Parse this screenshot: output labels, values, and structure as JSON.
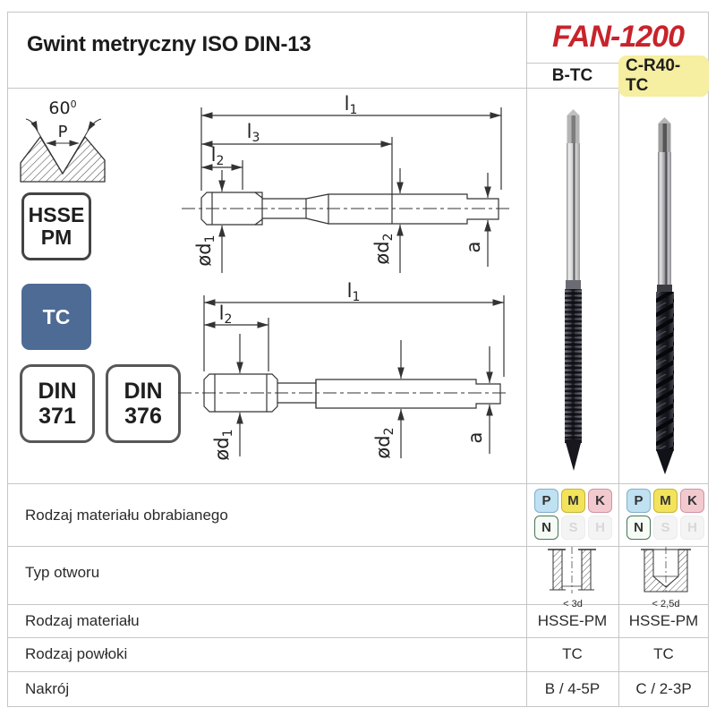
{
  "header": {
    "title": "Gwint metryczny ISO DIN-13",
    "brand": "FAN-1200",
    "columns": [
      {
        "label": "B-TC",
        "highlighted": false
      },
      {
        "label": "C-R40-TC",
        "highlighted": true
      }
    ]
  },
  "colors": {
    "brand_red": "#c8232b",
    "highlight_yellow": "#f6eea0",
    "tc_badge_blue": "#4d6b94",
    "badge_p_bg": "#bfe1f1",
    "badge_m_bg": "#f2e35a",
    "badge_k_bg": "#f3c9d0",
    "badge_n_bg": "#f7fbf6"
  },
  "left_panel": {
    "profile_diagram": {
      "angle": "60",
      "angle_exp": "0",
      "pitch_label": "P"
    },
    "hsse_badge": {
      "line1": "HSSE",
      "line2": "PM"
    },
    "tc_badge": {
      "label": "TC"
    },
    "din_badges": [
      {
        "line1": "DIN",
        "line2": "371"
      },
      {
        "line1": "DIN",
        "line2": "376"
      }
    ]
  },
  "dim_labels": {
    "l1": {
      "base": "l",
      "sub": "1"
    },
    "l2": {
      "base": "l",
      "sub": "2"
    },
    "l3": {
      "base": "l",
      "sub": "3"
    },
    "d1": {
      "base": "ød",
      "sub": "1"
    },
    "d2": {
      "base": "ød",
      "sub": "2"
    },
    "a": {
      "base": "a",
      "sub": ""
    }
  },
  "table": {
    "rows": [
      {
        "label": "Rodzaj materiału obrabianego"
      },
      {
        "label": "Typ otworu",
        "values": [
          "< 3d",
          "< 2,5d"
        ]
      },
      {
        "label": "Rodzaj materiału",
        "values": [
          "HSSE-PM",
          "HSSE-PM"
        ]
      },
      {
        "label": "Rodzaj powłoki",
        "values": [
          "TC",
          "TC"
        ]
      },
      {
        "label": "Nakrój",
        "values": [
          "B / 4-5P",
          "C / 2-3P"
        ]
      }
    ],
    "material_badges": [
      {
        "label": "P",
        "active": true
      },
      {
        "label": "M",
        "active": true
      },
      {
        "label": "K",
        "active": true
      },
      {
        "label": "N",
        "active": true
      },
      {
        "label": "S",
        "active": false
      },
      {
        "label": "H",
        "active": false
      }
    ]
  }
}
